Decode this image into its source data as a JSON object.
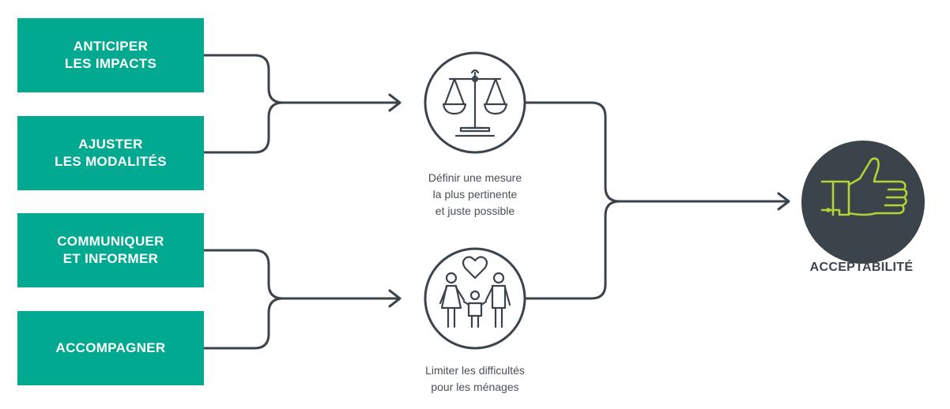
{
  "inputs": [
    {
      "label": "ANTICIPER\nLES IMPACTS"
    },
    {
      "label": "AJUSTER\nLES MODALITÉS"
    },
    {
      "label": "COMMUNIQUER\nET INFORMER"
    },
    {
      "label": "ACCOMPAGNER"
    }
  ],
  "steps": [
    {
      "icon": "balance-scale-icon",
      "caption": "Définir une mesure\nla plus pertinente\net juste possible"
    },
    {
      "icon": "family-heart-icon",
      "caption": "Limiter les difficultés\npour les ménages"
    }
  ],
  "result": {
    "icon": "thumbs-up-icon",
    "label": "ACCEPTABILITÉ"
  },
  "colors": {
    "box": "#00a98f",
    "line": "#3b434b",
    "circle_dark": "#3b434b",
    "accent": "#b5d334"
  }
}
